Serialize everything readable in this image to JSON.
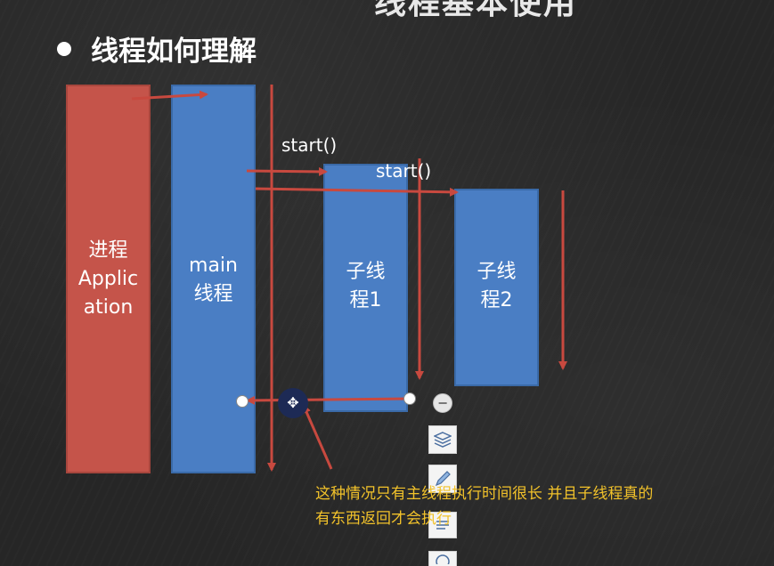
{
  "slide": {
    "top_title": "线程基本使用",
    "heading": "线程如何理解"
  },
  "diagram": {
    "process_box": {
      "line1": "进程",
      "line2": "Applic",
      "line3": "ation"
    },
    "main_box": {
      "line1": "main",
      "line2": "线程"
    },
    "child1_box": {
      "line1": "子线",
      "line2": "程1"
    },
    "child2_box": {
      "line1": "子线",
      "line2": "程2"
    },
    "start_label_1": "start()",
    "start_label_2": "start()",
    "note_line1": "这种情况只有主线程执行时间很长 并且子线程真的",
    "note_line2": "有东西返回才会执行"
  },
  "colors": {
    "process": "#c5544a",
    "thread": "#4a7ec4",
    "arrow": "#c8493f",
    "note": "#f2c22a"
  },
  "toolbar": {
    "icons": [
      "minus-icon",
      "layers-icon",
      "pen-icon",
      "text-icon",
      "shape-icon"
    ]
  }
}
